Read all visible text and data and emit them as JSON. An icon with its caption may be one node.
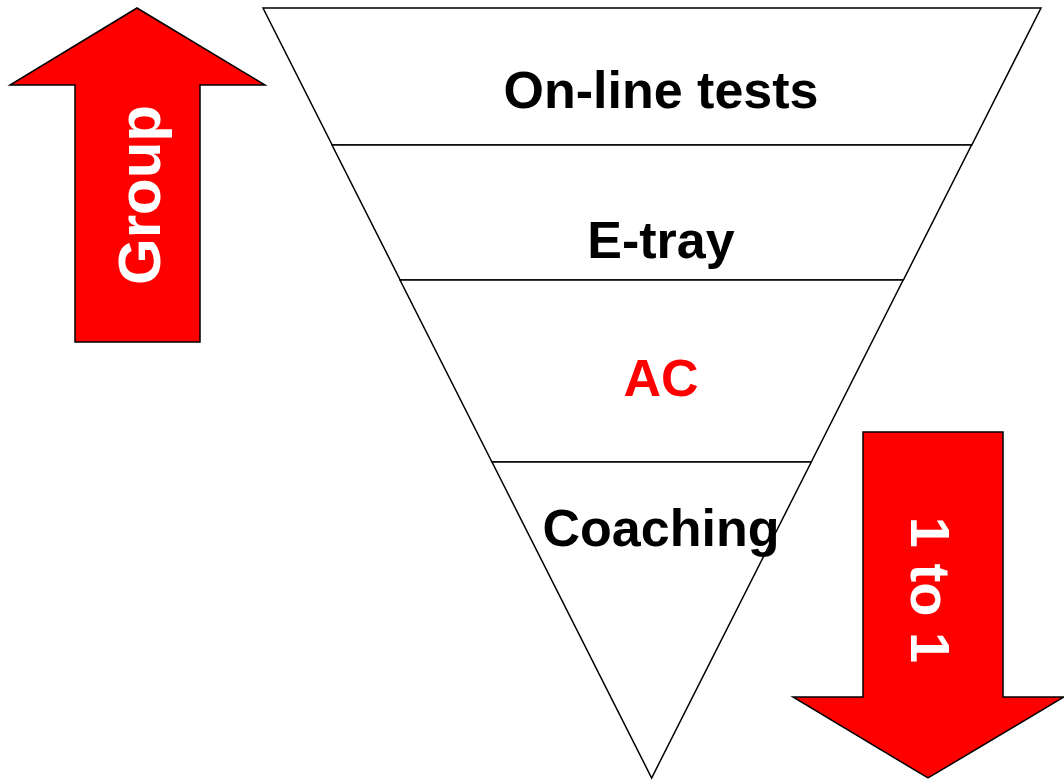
{
  "diagram": {
    "nodes": [
      {
        "text": [
          "Group"
        ]
      },
      {
        "text": [
          "On-line tests"
        ]
      },
      {
        "text": [
          "E-tray"
        ]
      },
      {
        "text": [
          "AC"
        ]
      },
      {
        "text": [
          "Coaching"
        ]
      },
      {
        "text": [
          "1 to 1"
        ]
      }
    ]
  }
}
